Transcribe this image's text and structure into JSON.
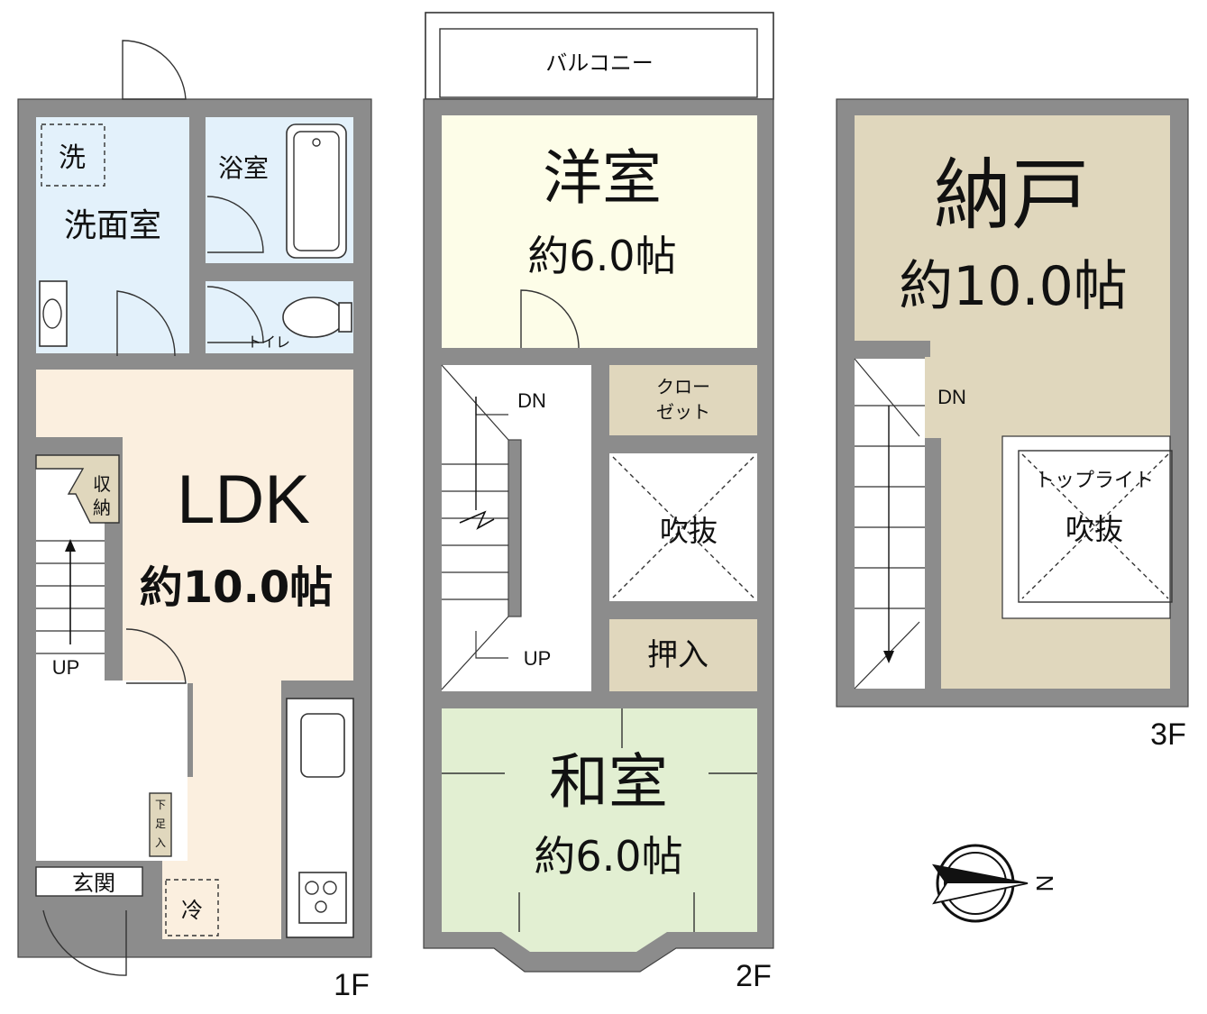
{
  "floors": {
    "f1": {
      "label": "1F",
      "rooms": {
        "wash_room": "洗面室",
        "washer": "洗",
        "bath": "浴室",
        "toilet": "トイレ",
        "ldk": "LDK",
        "ldk_size": "約10.0帖",
        "storage_a": "収",
        "storage_b": "納",
        "up": "UP",
        "shoe_a": "下",
        "shoe_b": "足",
        "shoe_c": "入",
        "entrance": "玄関",
        "fridge": "冷"
      }
    },
    "f2": {
      "label": "2F",
      "rooms": {
        "balcony": "バルコニー",
        "western": "洋室",
        "western_size": "約6.0帖",
        "closet_a": "クロー",
        "closet_b": "ゼット",
        "dn": "DN",
        "up": "UP",
        "void": "吹抜",
        "oshiire": "押入",
        "japanese": "和室",
        "japanese_size": "約6.0帖"
      }
    },
    "f3": {
      "label": "3F",
      "rooms": {
        "storage_room": "納戸",
        "storage_size": "約10.0帖",
        "dn": "DN",
        "toplight": "トップライト",
        "void": "吹抜"
      }
    }
  },
  "compass": {
    "label": "N"
  },
  "colors": {
    "wall": "#8c8c8c",
    "wet_area": "#e3f1fb",
    "ldk": "#fbefdf",
    "western": "#fdfde8",
    "japanese": "#e2efd2",
    "storage": "#e0d7bd",
    "closet": "#e0d7bd"
  }
}
